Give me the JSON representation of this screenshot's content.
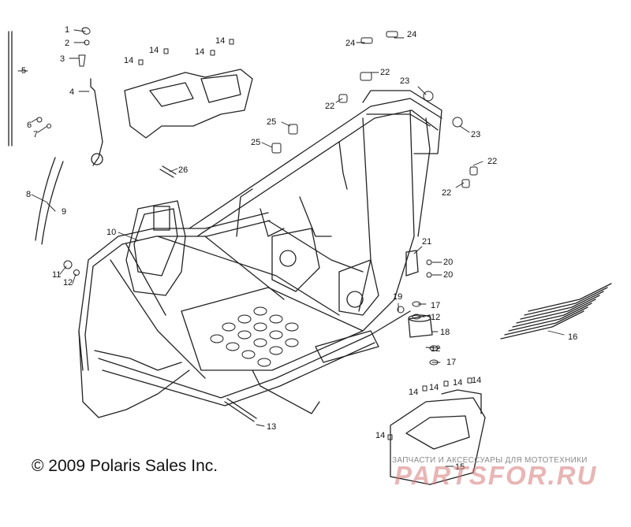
{
  "diagram": {
    "copyright": "© 2009 Polaris Sales Inc.",
    "watermark": {
      "tagline": "ЗАПЧАСТИ И АКСЕССУАРЫ ДЛЯ МОТОТЕХНИКИ",
      "logo": "PARTSFOR.RU",
      "color": "#d67878"
    },
    "callouts": [
      "1",
      "2",
      "3",
      "4",
      "5",
      "6",
      "7",
      "8",
      "9",
      "10",
      "11",
      "12",
      "12",
      "12",
      "13",
      "14",
      "14",
      "14",
      "14",
      "14",
      "14",
      "14",
      "14",
      "14",
      "15",
      "16",
      "17",
      "17",
      "18",
      "19",
      "20",
      "20",
      "21",
      "22",
      "22",
      "22",
      "22",
      "23",
      "23",
      "24",
      "24",
      "25",
      "25",
      "26"
    ]
  }
}
